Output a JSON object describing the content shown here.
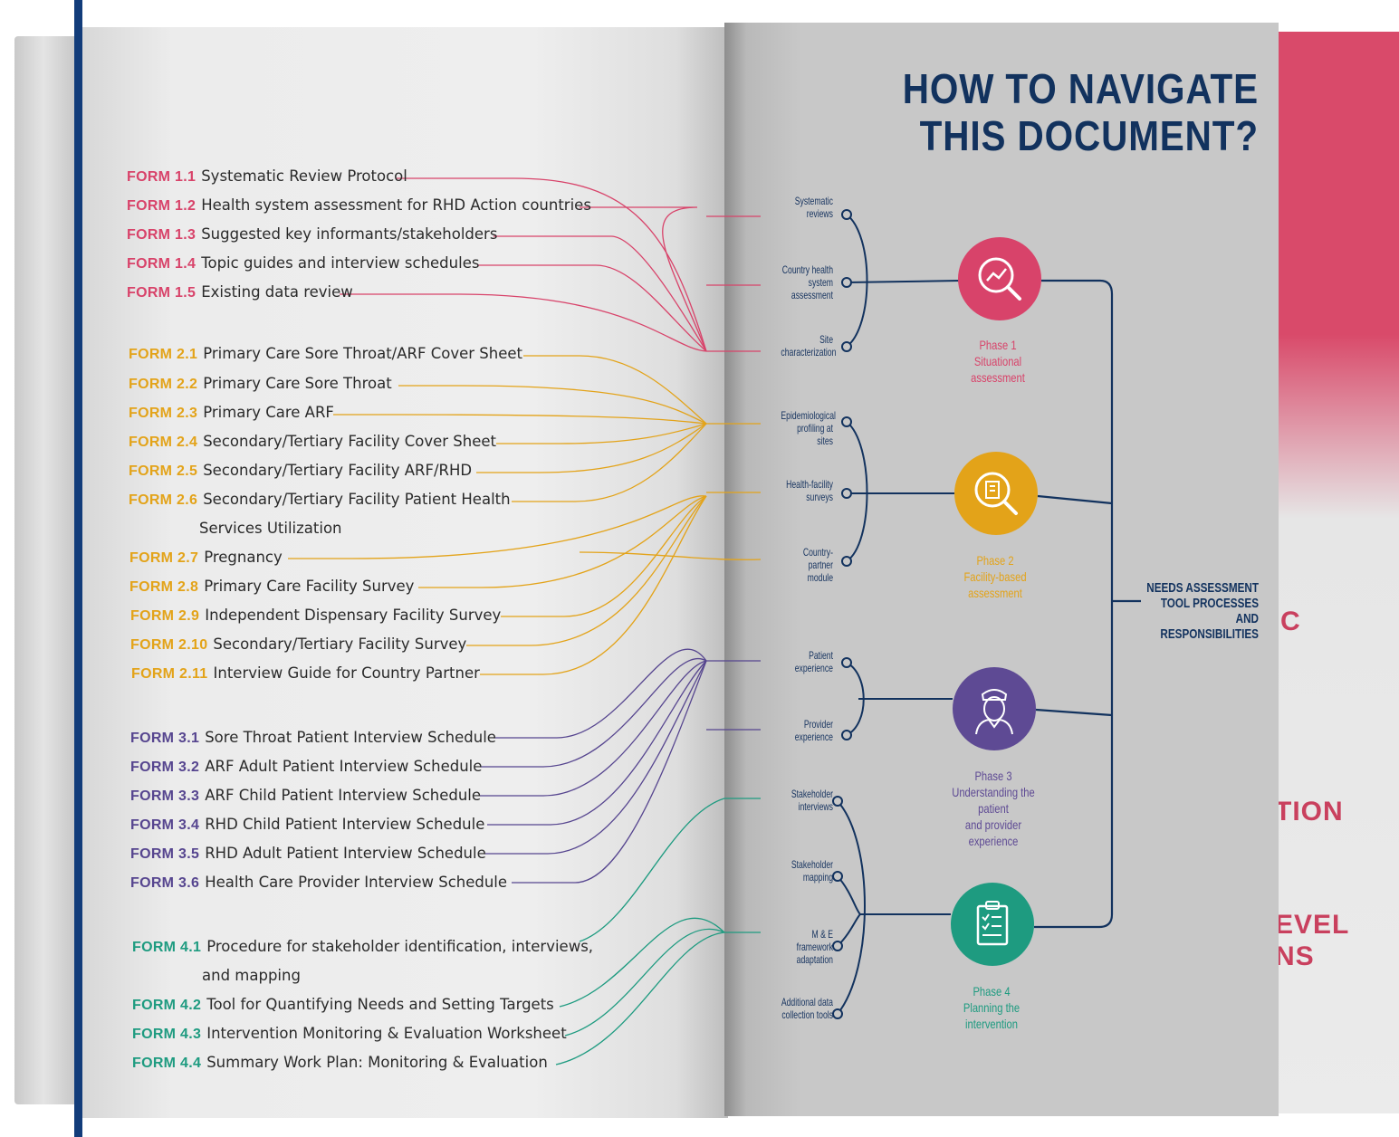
{
  "title": "HOW TO NAVIGATE THIS DOCUMENT?",
  "forms": [
    {
      "code": "FORM 1.1",
      "text": "Systematic Review Protocol",
      "cont": ""
    },
    {
      "code": "FORM 1.2",
      "text": "Health system assessment for RHD Action countries",
      "cont": ""
    },
    {
      "code": "FORM 1.3",
      "text": "Suggested key informants/stakeholders",
      "cont": ""
    },
    {
      "code": "FORM 1.4",
      "text": "Topic guides and interview schedules",
      "cont": ""
    },
    {
      "code": "FORM 1.5",
      "text": "Existing data review",
      "cont": ""
    },
    {
      "code": "FORM 2.1",
      "text": "Primary Care Sore Throat/ARF Cover Sheet",
      "cont": ""
    },
    {
      "code": "FORM 2.2",
      "text": "Primary Care Sore Throat",
      "cont": ""
    },
    {
      "code": "FORM 2.3",
      "text": "Primary Care ARF",
      "cont": ""
    },
    {
      "code": "FORM 2.4",
      "text": "Secondary/Tertiary Facility Cover Sheet",
      "cont": ""
    },
    {
      "code": "FORM 2.5",
      "text": "Secondary/Tertiary Facility ARF/RHD",
      "cont": ""
    },
    {
      "code": "FORM 2.6",
      "text": "Secondary/Tertiary Facility Patient Health",
      "cont": "Services Utilization"
    },
    {
      "code": "FORM 2.7",
      "text": "Pregnancy",
      "cont": ""
    },
    {
      "code": "FORM 2.8",
      "text": "Primary Care Facility Survey",
      "cont": ""
    },
    {
      "code": "FORM 2.9",
      "text": "Independent Dispensary Facility Survey",
      "cont": ""
    },
    {
      "code": "FORM 2.10",
      "text": "Secondary/Tertiary Facility Survey",
      "cont": ""
    },
    {
      "code": "FORM 2.11",
      "text": "Interview Guide for Country Partner",
      "cont": ""
    },
    {
      "code": "FORM 3.1",
      "text": "Sore Throat Patient Interview Schedule",
      "cont": ""
    },
    {
      "code": "FORM 3.2",
      "text": "ARF Adult Patient Interview Schedule",
      "cont": ""
    },
    {
      "code": "FORM 3.3",
      "text": "ARF Child Patient Interview Schedule",
      "cont": ""
    },
    {
      "code": "FORM 3.4",
      "text": "RHD Child Patient Interview Schedule",
      "cont": ""
    },
    {
      "code": "FORM 3.5",
      "text": "RHD Adult Patient Interview Schedule",
      "cont": ""
    },
    {
      "code": "FORM 3.6",
      "text": "Health Care Provider Interview Schedule",
      "cont": ""
    },
    {
      "code": "FORM 4.1",
      "text": "Procedure for stakeholder identification, interviews,",
      "cont": "and mapping"
    },
    {
      "code": "FORM 4.2",
      "text": "Tool for Quantifying Needs and Setting Targets",
      "cont": ""
    },
    {
      "code": "FORM 4.3",
      "text": "Intervention Monitoring & Evaluation Worksheet",
      "cont": ""
    },
    {
      "code": "FORM 4.4",
      "text": "Summary Work Plan: Monitoring & Evaluation",
      "cont": ""
    }
  ],
  "nodes": [
    {
      "line1": "Systematic",
      "line2": "reviews"
    },
    {
      "line1": "Country health",
      "line2": "system assessment"
    },
    {
      "line1": "Site",
      "line2": "characterization"
    },
    {
      "line1": "Epidemiological",
      "line2": "profiling at sites"
    },
    {
      "line1": "Health-facility",
      "line2": "surveys"
    },
    {
      "line1": "Country-partner",
      "line2": "module"
    },
    {
      "line1": "Patient",
      "line2": "experience"
    },
    {
      "line1": "Provider",
      "line2": "experience"
    },
    {
      "line1": "Stakeholder",
      "line2": "interviews"
    },
    {
      "line1": "Stakeholder",
      "line2": "mapping"
    },
    {
      "line1": "M & E framework",
      "line2": "adaptation"
    },
    {
      "line1": "Additional data",
      "line2": "collection tools"
    }
  ],
  "phases": [
    {
      "line1": "Phase 1",
      "line2": "Situational",
      "line3": "assessment",
      "color": "#d8436a",
      "icon": "magnifier-chart-icon"
    },
    {
      "line1": "Phase 2",
      "line2": "Facility-based",
      "line3": "assessment",
      "color": "#e3a319",
      "icon": "magnifier-building-icon"
    },
    {
      "line1": "Phase 3",
      "line2": "Understanding the patient",
      "line3": "and provider experience",
      "color": "#5e4a94",
      "icon": "nurse-icon"
    },
    {
      "line1": "Phase 4",
      "line2": "Planning the",
      "line3": "intervention",
      "color": "#1e9b80",
      "icon": "clipboard-checklist-icon"
    }
  ],
  "needs": {
    "line1": "NEEDS ASSESSMENT",
    "line2": "TOOL PROCESSES",
    "line3": "AND RESPONSIBILITIES"
  },
  "back_page_fragments": [
    "C",
    "TION",
    "EVEL",
    "NS"
  ],
  "colors": {
    "phase1": "#d8436a",
    "phase2": "#e3a319",
    "phase3": "#56458f",
    "phase4": "#1e9b80",
    "navy": "#12325e"
  }
}
